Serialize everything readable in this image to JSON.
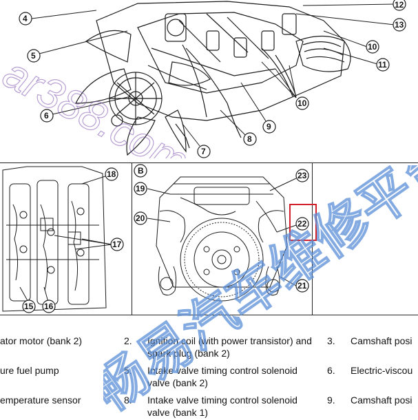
{
  "top_diagram": {
    "callouts": [
      "4",
      "5",
      "6",
      "7",
      "8",
      "9",
      "10",
      "10",
      "11",
      "12",
      "13"
    ]
  },
  "panel_left": {
    "callouts": [
      "18",
      "17",
      "15",
      "16"
    ]
  },
  "panel_b": {
    "label": "B",
    "callouts": [
      "23",
      "19",
      "20",
      "22",
      "21"
    ]
  },
  "legend": {
    "items": [
      {
        "num": "",
        "text": "ator motor (bank 2)"
      },
      {
        "num": "2.",
        "text": "Ignition coil (with power transistor) and spark plug (bank 2)"
      },
      {
        "num": "3.",
        "text": "Camshaft posi"
      },
      {
        "num": "",
        "text": "ure fuel pump"
      },
      {
        "num": "5.",
        "text": "Intake valve timing control solenoid valve (bank 2)"
      },
      {
        "num": "6.",
        "text": "Electric-viscou"
      },
      {
        "num": "",
        "text": "emperature sensor"
      },
      {
        "num": "8.",
        "text": "Intake valve timing control solenoid valve (bank 1)"
      },
      {
        "num": "9.",
        "text": "Camshaft posi"
      }
    ]
  },
  "watermark": {
    "site": "ar388.com",
    "chinese": "畅易汽车维修平台"
  },
  "colors": {
    "highlight_box": "#d4202a",
    "watermark_blue": "#5b8fd8"
  }
}
